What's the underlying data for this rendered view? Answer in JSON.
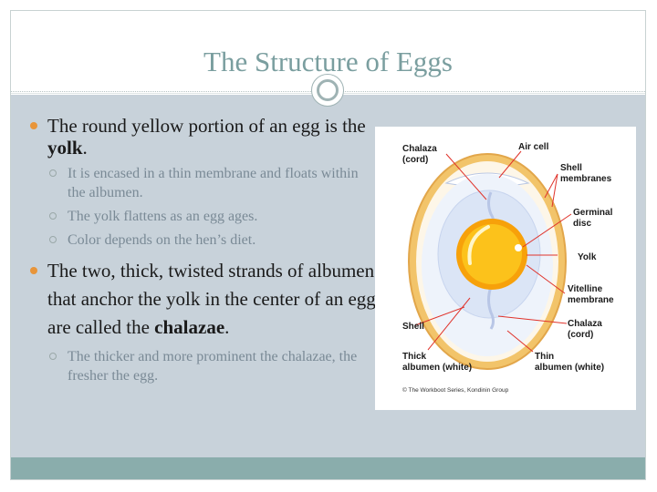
{
  "slide": {
    "title": "The Structure of Eggs"
  },
  "bullets": [
    {
      "pre": "The round yellow portion of an egg is the ",
      "bold": "yolk",
      "post": ".",
      "sub": [
        "It is encased in a thin membrane and floats within the albumen.",
        "The yolk flattens as an egg ages.",
        "Color depends on the hen’s diet."
      ]
    },
    {
      "pre": "The two, thick, twisted strands of albumen that anchor the yolk in the center of an egg are called the ",
      "bold": "chalazae",
      "post": ".",
      "sub": [
        "The thicker and more prominent the chalazae, the fresher the egg."
      ]
    }
  ],
  "diagram": {
    "labels": {
      "chalaza_top_1": "Chalaza",
      "chalaza_top_2": "(cord)",
      "air_cell": "Air cell",
      "shell_membranes_1": "Shell",
      "shell_membranes_2": "membranes",
      "germinal_disc_1": "Germinal",
      "germinal_disc_2": "disc",
      "yolk": "Yolk",
      "vitelline_1": "Vitelline",
      "vitelline_2": "membrane",
      "chalaza_bottom_1": "Chalaza",
      "chalaza_bottom_2": "(cord)",
      "shell": "Shell",
      "thick_albumen_1": "Thick",
      "thick_albumen_2": "albumen (white)",
      "thin_albumen_1": "Thin",
      "thin_albumen_2": "albumen (white)"
    },
    "copyright": "© The Workboot Series, Kondinin Group",
    "colors": {
      "shell": "#f2c46a",
      "yolk": "#f7a10a",
      "albumen": "#e9f0fb",
      "label_line": "#e0332b"
    }
  }
}
